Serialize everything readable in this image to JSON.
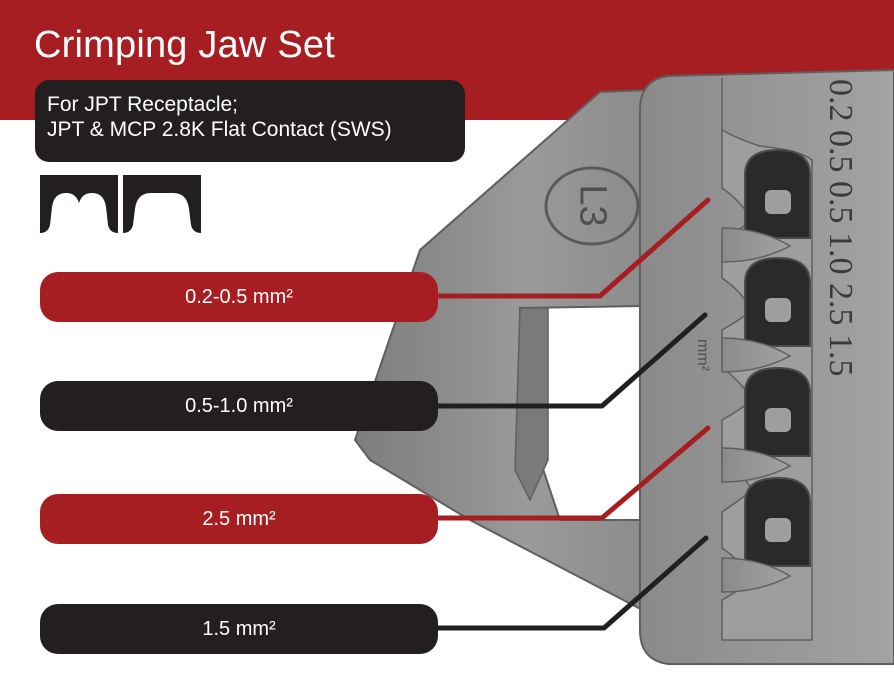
{
  "header": {
    "title": "Crimping Jaw Set",
    "subtitle_line1": "For JPT Receptacle;",
    "subtitle_line2": "JPT & MCP 2.8K Flat Contact (SWS)"
  },
  "profile_icons": [
    "double-crimp-profile-icon",
    "single-crimp-profile-icon"
  ],
  "die": {
    "marking": "L3",
    "engraving": "0.2 0.5 0.5 1.0 2.5 1.5",
    "unit_mark": "mm²"
  },
  "sizes": [
    {
      "label": "0.2-0.5 mm²",
      "color": "#a71e22"
    },
    {
      "label": "0.5-1.0 mm²",
      "color": "#231f20"
    },
    {
      "label": "2.5 mm²",
      "color": "#a71e22"
    },
    {
      "label": "1.5 mm²",
      "color": "#231f20"
    }
  ],
  "colors": {
    "brand_red": "#a71e22",
    "dark": "#231f20",
    "steel": "#8e8e8e"
  }
}
